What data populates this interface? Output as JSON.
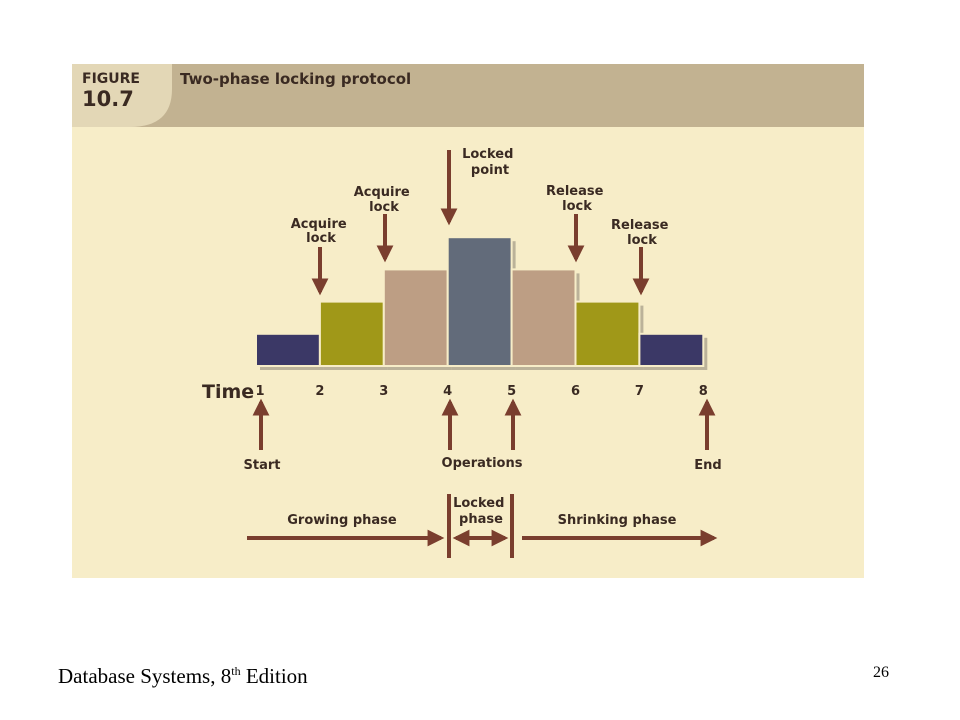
{
  "figure": {
    "label_word": "FIGURE",
    "label_number": "10.7",
    "title": "Two-phase locking protocol"
  },
  "diagram": {
    "time_label": "Time",
    "ticks": [
      "1",
      "2",
      "3",
      "4",
      "5",
      "6",
      "7",
      "8"
    ],
    "step_levels": [
      1,
      2,
      3,
      4,
      3,
      2,
      1
    ],
    "step_colors": [
      "#3b3866",
      "#a09818",
      "#bd9e84",
      "#626b7a",
      "#bd9e84",
      "#a09818",
      "#3b3866"
    ],
    "top_labels": {
      "acquire_lock_1": [
        "Acquire",
        "lock"
      ],
      "acquire_lock_2": [
        "Acquire",
        "lock"
      ],
      "locked_point": [
        "Locked",
        "point"
      ],
      "release_lock_1": [
        "Release",
        "lock"
      ],
      "release_lock_2": [
        "Release",
        "lock"
      ]
    },
    "bottom_labels": {
      "start": "Start",
      "operations": "Operations",
      "end": "End"
    },
    "phases": {
      "growing": "Growing phase",
      "locked": [
        "Locked",
        "phase"
      ],
      "shrinking": "Shrinking phase"
    }
  },
  "colors": {
    "header_band": "#c2b291",
    "background": "#f7edc8",
    "arrow": "#7a3e2e"
  },
  "footer": {
    "book_title_prefix": "Database Systems, 8",
    "book_title_sup": "th",
    "book_title_suffix": " Edition",
    "page_number": "26"
  }
}
